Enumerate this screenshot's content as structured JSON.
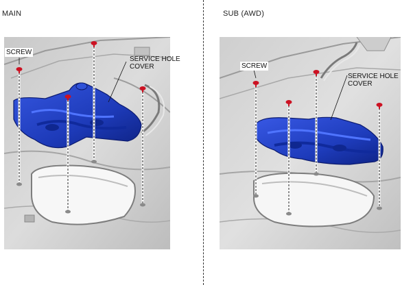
{
  "main": {
    "heading": "MAIN",
    "screw_label": "SCREW",
    "cover_label": "SERVICE HOLE\nCOVER"
  },
  "sub": {
    "heading": "SUB (AWD)",
    "screw_label": "SCREW",
    "cover_label": "SERVICE HOLE\nCOVER"
  },
  "colors": {
    "cover": "#1f3fbf",
    "cover_dark": "#10248a",
    "screw": "#cc1122",
    "body_panel": "#d4d4d4"
  },
  "icons": {
    "screw": "screw-icon",
    "cover": "service-hole-cover-part"
  }
}
